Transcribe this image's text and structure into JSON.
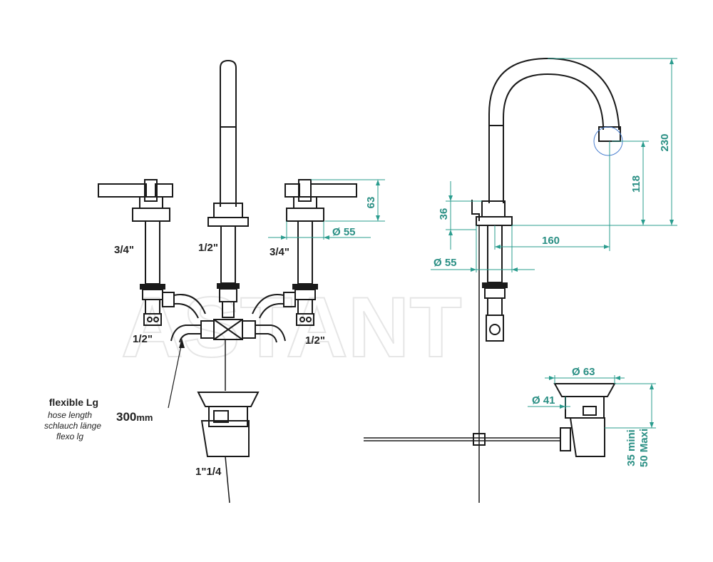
{
  "watermark": "ASTANT",
  "labels": {
    "left_inlet": "3/4\"",
    "center_inlet": "1/2\"",
    "right_inlet": "3/4\"",
    "left_bottom": "1/2\"",
    "right_bottom": "1/2\"",
    "waste": "1\"1/4",
    "hose_length": "300",
    "hose_unit": "mm"
  },
  "hose_note": {
    "title": "flexible Lg",
    "en": "hose length",
    "de": "schlauch länge",
    "fr": "flexo lg"
  },
  "dimensions": {
    "handle_height": "63",
    "flange_diameter": "Ø 55",
    "side_36": "36",
    "side_diameter_55": "Ø 55",
    "reach": "160",
    "spout_height": "118",
    "total_height": "230",
    "drain_top_diameter": "Ø 63",
    "drain_diameter": "Ø 41",
    "drain_min": "35 mini",
    "drain_max": "50 Maxi"
  },
  "colors": {
    "line": "#1a1a1a",
    "dimension": "#2a9c8e",
    "watermark": "#e6e6e6"
  }
}
